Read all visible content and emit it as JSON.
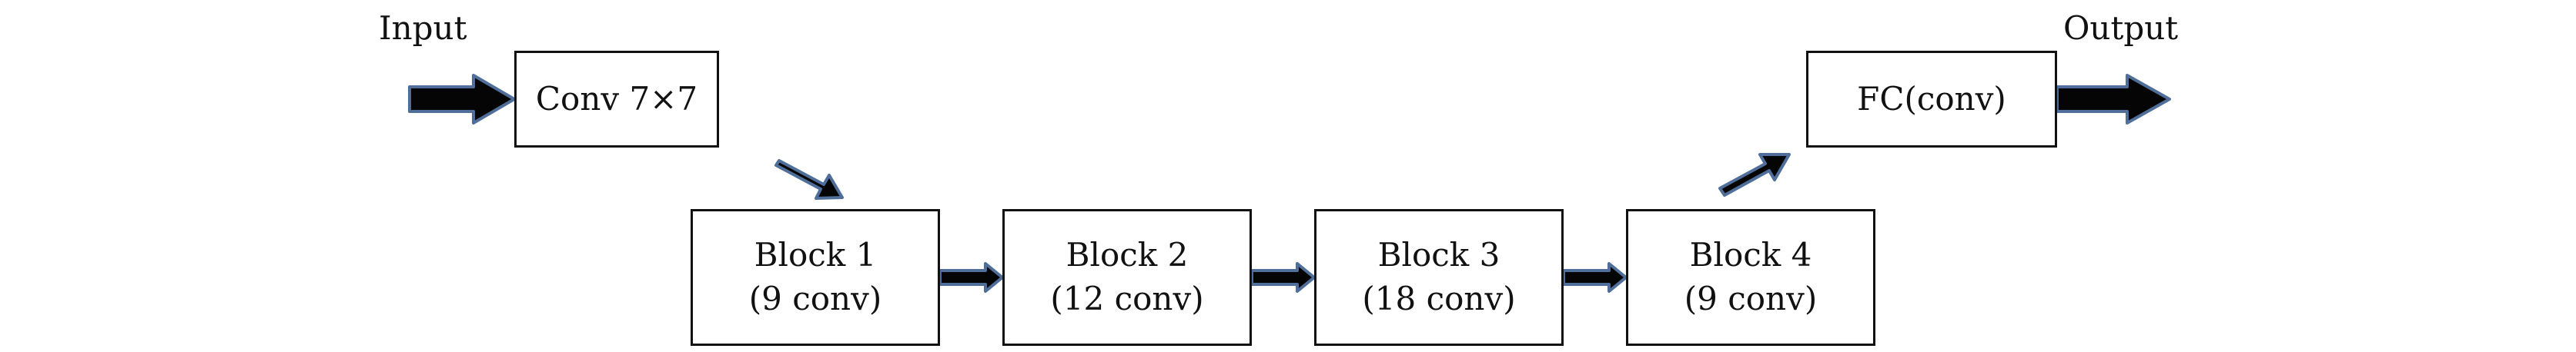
{
  "diagram": {
    "input_label": "Input",
    "output_label": "Output",
    "stem": {
      "label": "Conv 7×7"
    },
    "blocks": [
      {
        "name": "Block 1",
        "detail": "(9 conv)"
      },
      {
        "name": "Block 2",
        "detail": "(12 conv)"
      },
      {
        "name": "Block 3",
        "detail": "(18 conv)"
      },
      {
        "name": "Block 4",
        "detail": "(9 conv)"
      }
    ],
    "head": {
      "label": "FC(conv)"
    },
    "colors": {
      "arrow_fill": "#050505",
      "arrow_outline": "#4f6f9a",
      "box_border": "#111111"
    }
  }
}
